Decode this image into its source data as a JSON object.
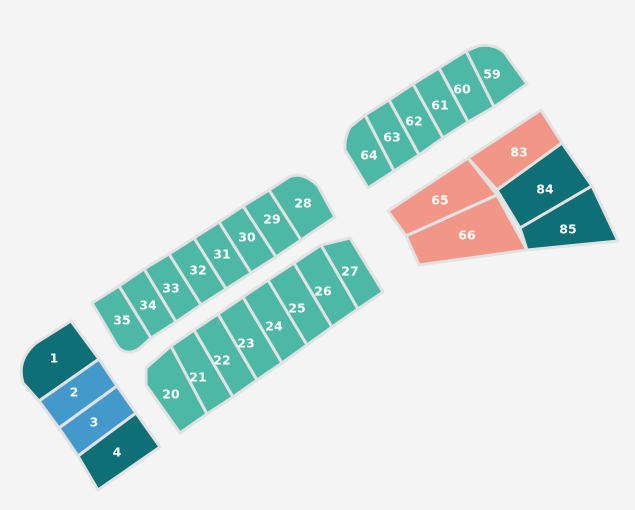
{
  "status_colors": {
    "available": "#4db8a6",
    "reserved": "#0e6f76",
    "pending": "#4399cc",
    "sold": "#f29787"
  },
  "lots": [
    {
      "id": "1",
      "status": "reserved"
    },
    {
      "id": "2",
      "status": "pending"
    },
    {
      "id": "3",
      "status": "pending"
    },
    {
      "id": "4",
      "status": "reserved"
    },
    {
      "id": "20",
      "status": "available"
    },
    {
      "id": "21",
      "status": "available"
    },
    {
      "id": "22",
      "status": "available"
    },
    {
      "id": "23",
      "status": "available"
    },
    {
      "id": "24",
      "status": "available"
    },
    {
      "id": "25",
      "status": "available"
    },
    {
      "id": "26",
      "status": "available"
    },
    {
      "id": "27",
      "status": "available"
    },
    {
      "id": "28",
      "status": "available"
    },
    {
      "id": "29",
      "status": "available"
    },
    {
      "id": "30",
      "status": "available"
    },
    {
      "id": "31",
      "status": "available"
    },
    {
      "id": "32",
      "status": "available"
    },
    {
      "id": "33",
      "status": "available"
    },
    {
      "id": "34",
      "status": "available"
    },
    {
      "id": "35",
      "status": "available"
    },
    {
      "id": "59",
      "status": "available"
    },
    {
      "id": "60",
      "status": "available"
    },
    {
      "id": "61",
      "status": "available"
    },
    {
      "id": "62",
      "status": "available"
    },
    {
      "id": "63",
      "status": "available"
    },
    {
      "id": "64",
      "status": "available"
    },
    {
      "id": "65",
      "status": "sold"
    },
    {
      "id": "66",
      "status": "sold"
    },
    {
      "id": "83",
      "status": "sold"
    },
    {
      "id": "84",
      "status": "reserved"
    },
    {
      "id": "85",
      "status": "reserved"
    }
  ]
}
